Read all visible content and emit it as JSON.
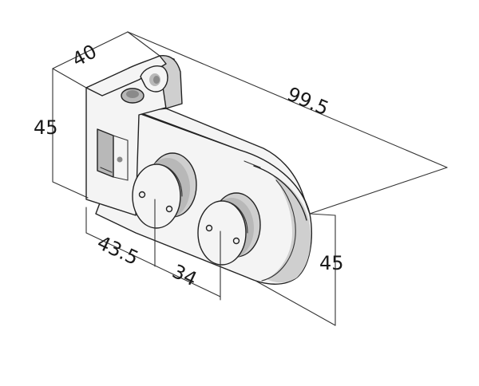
{
  "dimensions": {
    "width_top": "40",
    "length": "99.5",
    "height_left": "45",
    "height_right": "45",
    "offset_first": "43.5",
    "spacing": "34"
  },
  "colors": {
    "line": "#222222",
    "shade": "#cfcfcf",
    "background": "#ffffff"
  }
}
